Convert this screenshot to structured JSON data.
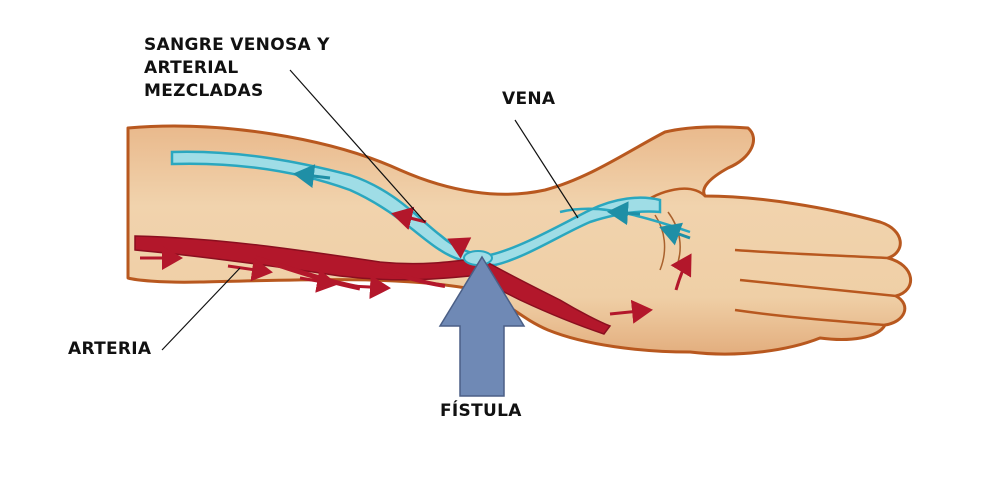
{
  "labels": {
    "mixed_blood": [
      "SANGRE VENOSA Y",
      "ARTERIAL",
      "MEZCLADAS"
    ],
    "vein": "VENA",
    "artery": "ARTERIA",
    "fistula": "FÍSTULA"
  },
  "colors": {
    "skin": "#ecc9a0",
    "skin_outline": "#b8581f",
    "vein": "#9fdde6",
    "vein_outline": "#2aa7bf",
    "artery": "#b3172b",
    "arrow_fill": "#6f89b5",
    "arrow_stroke": "#4b5f86"
  }
}
